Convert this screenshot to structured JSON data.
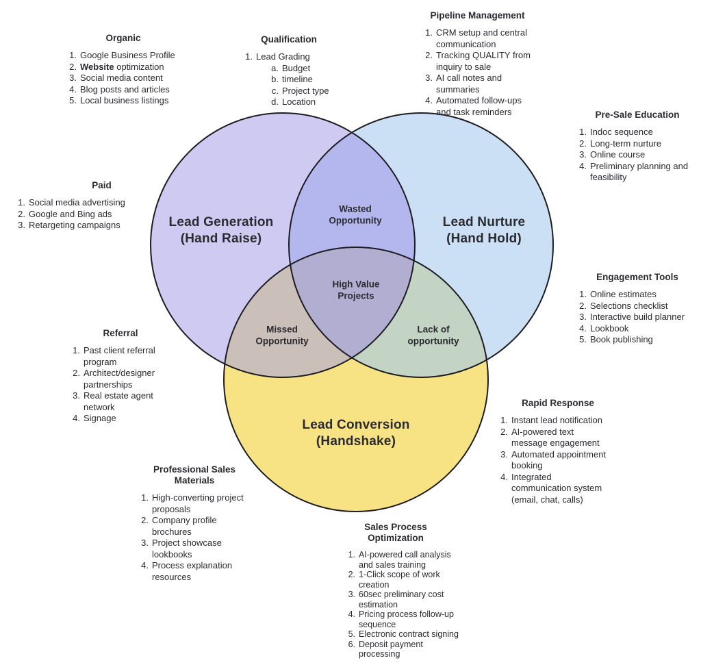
{
  "diagram": {
    "background_color": "#ffffff",
    "text_color": "#2b2a31",
    "stroke_color": "#1b1b20",
    "circles": [
      {
        "id": "lead-generation",
        "label": "Lead Generation\n(Hand Raise)",
        "color": "#cecaf1"
      },
      {
        "id": "lead-nurture",
        "label": "Lead Nurture\n(Hand Hold)",
        "color": "#cbe0f5"
      },
      {
        "id": "lead-conversion",
        "label": "Lead Conversion\n(Handshake)",
        "color": "#f7e384"
      }
    ],
    "overlaps": [
      {
        "id": "wasted-opportunity",
        "label": "Wasted\nOpportunity",
        "color": "#b3b7ed"
      },
      {
        "id": "missed-opportunity",
        "label": "Missed\nOpportunity",
        "color": "#cbbfba"
      },
      {
        "id": "lack-of-opportunity",
        "label": "Lack of\nopportunity",
        "color": "#c3d4c5"
      },
      {
        "id": "high-value-projects",
        "label": "High Value\nProjects",
        "color": "#b2aed2"
      }
    ]
  },
  "notes": [
    {
      "title": "Organic",
      "items": [
        {
          "m": "1.",
          "t": "Google Business Profile"
        },
        {
          "m": "2.",
          "b": "Website",
          "t": "optimization"
        },
        {
          "m": "3.",
          "t": "Social media content"
        },
        {
          "m": "4.",
          "t": "Blog posts and articles"
        },
        {
          "m": "5.",
          "t": "Local business listings"
        }
      ]
    },
    {
      "title": "Qualification",
      "items": [
        {
          "m": "1.",
          "t": "Lead Grading"
        },
        {
          "m": "a.",
          "t": "Budget",
          "in": true
        },
        {
          "m": "b.",
          "t": "timeline",
          "in": true
        },
        {
          "m": "c.",
          "t": "Project type",
          "in": true
        },
        {
          "m": "d.",
          "t": "Location",
          "in": true
        }
      ]
    },
    {
      "title": "Pipeline Management",
      "items": [
        {
          "m": "1.",
          "t": "CRM setup and central\ncommunication"
        },
        {
          "m": "2.",
          "t": "Tracking QUALITY from\ninquiry to sale"
        },
        {
          "m": "3.",
          "t": "AI call notes and\nsummaries"
        },
        {
          "m": "4.",
          "t": "Automated follow-ups\nand task reminders"
        }
      ]
    },
    {
      "title": "Pre-Sale Education",
      "items": [
        {
          "m": "1.",
          "t": "Indoc sequence"
        },
        {
          "m": "2.",
          "t": "Long-term nurture"
        },
        {
          "m": "3.",
          "t": "Online course"
        },
        {
          "m": "4.",
          "t": "Preliminary planning and\nfeasibility"
        }
      ]
    },
    {
      "title": "Paid",
      "items": [
        {
          "m": "1.",
          "t": "Social media advertising"
        },
        {
          "m": "2.",
          "t": "Google and Bing ads"
        },
        {
          "m": "3.",
          "t": "Retargeting campaigns"
        }
      ]
    },
    {
      "title": "Engagement Tools",
      "items": [
        {
          "m": "1.",
          "t": "Online estimates"
        },
        {
          "m": "2.",
          "t": "Selections checklist"
        },
        {
          "m": "3.",
          "t": "Interactive build planner"
        },
        {
          "m": "4.",
          "t": "Lookbook"
        },
        {
          "m": "5.",
          "t": "Book publishing"
        }
      ]
    },
    {
      "title": "Referral",
      "items": [
        {
          "m": "1.",
          "t": "Past client referral\nprogram"
        },
        {
          "m": "2.",
          "t": "Architect/designer\npartnerships"
        },
        {
          "m": "3.",
          "t": "Real estate agent\nnetwork"
        },
        {
          "m": "4.",
          "t": "Signage"
        }
      ]
    },
    {
      "title": "Rapid Response",
      "items": [
        {
          "m": "1.",
          "t": "Instant lead notification"
        },
        {
          "m": "2.",
          "t": "AI-powered text\nmessage engagement"
        },
        {
          "m": "3.",
          "t": "Automated appointment\nbooking"
        },
        {
          "m": "4.",
          "t": "Integrated\ncommunication system\n(email, chat, calls)"
        }
      ]
    },
    {
      "title": "Professional Sales\nMaterials",
      "items": [
        {
          "m": "1.",
          "t": "High-converting project\nproposals"
        },
        {
          "m": "2.",
          "t": "Company profile\nbrochures"
        },
        {
          "m": "3.",
          "t": "Project showcase\nlookbooks"
        },
        {
          "m": "4.",
          "t": "Process explanation\nresources"
        }
      ]
    },
    {
      "title": "Sales Process\nOptimization",
      "items": [
        {
          "m": "1.",
          "t": "AI-powered call analysis\nand sales training"
        },
        {
          "m": "2.",
          "t": "1-Click scope of work\ncreation"
        },
        {
          "m": "3.",
          "t": "60sec preliminary cost\nestimation"
        },
        {
          "m": "4.",
          "t": "Pricing process follow-up\nsequence"
        },
        {
          "m": "5.",
          "t": "Electronic contract signing"
        },
        {
          "m": "6.",
          "t": "Deposit payment\nprocessing"
        }
      ]
    }
  ]
}
